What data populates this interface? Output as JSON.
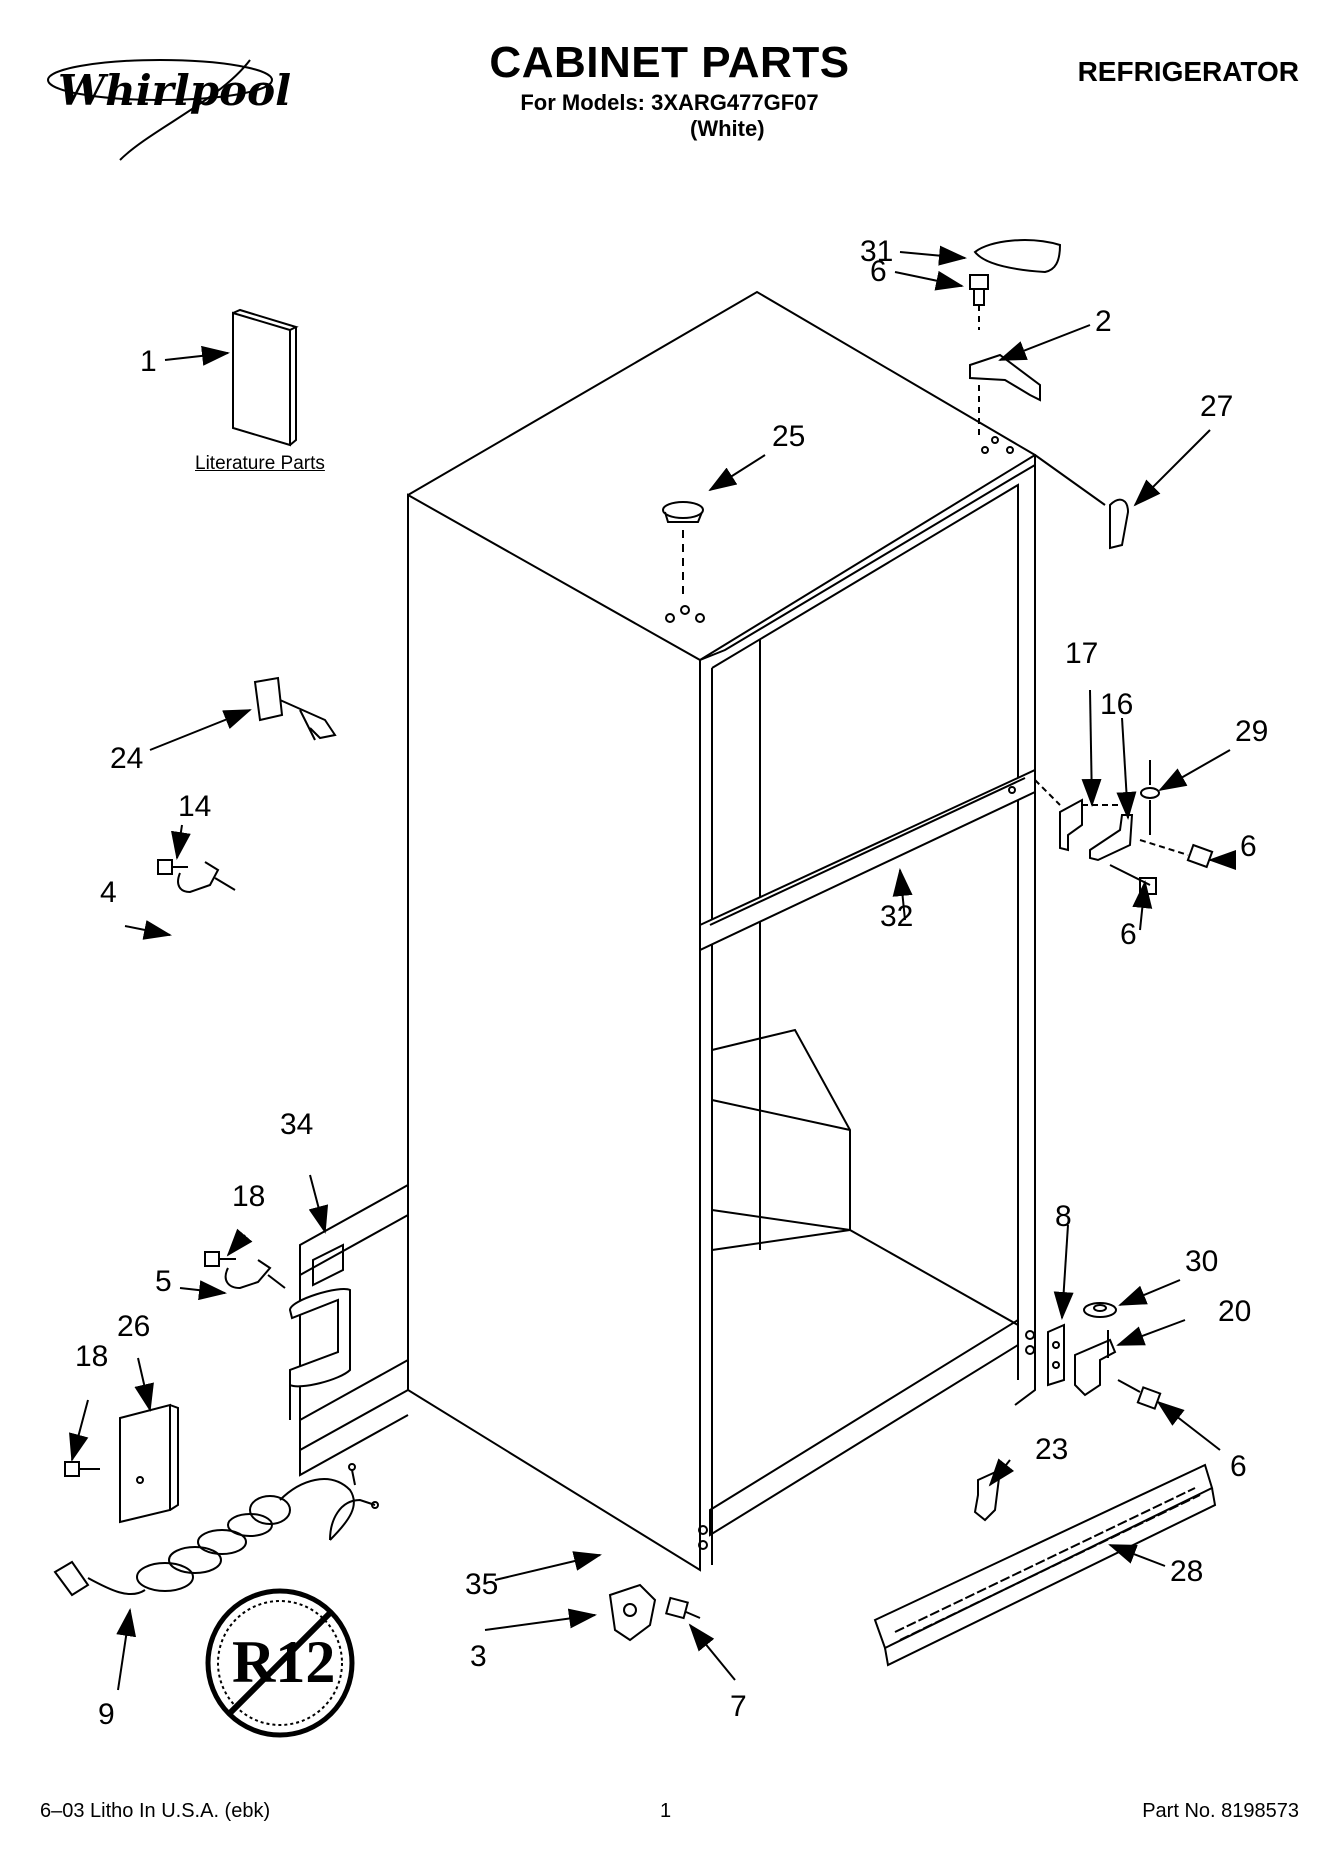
{
  "header": {
    "brand": "Whirlpool",
    "title": "CABINET PARTS",
    "models": "For Models: 3XARG477GF07",
    "color": "(White)",
    "category": "REFRIGERATOR"
  },
  "literature_label": "Literature Parts",
  "r12_stamp": "R12",
  "callouts": [
    {
      "id": "c31",
      "label": "31"
    },
    {
      "id": "c6a",
      "label": "6"
    },
    {
      "id": "c2",
      "label": "2"
    },
    {
      "id": "c1",
      "label": "1"
    },
    {
      "id": "c27",
      "label": "27"
    },
    {
      "id": "c25",
      "label": "25"
    },
    {
      "id": "c24",
      "label": "24"
    },
    {
      "id": "c17",
      "label": "17"
    },
    {
      "id": "c16",
      "label": "16"
    },
    {
      "id": "c29",
      "label": "29"
    },
    {
      "id": "c14",
      "label": "14"
    },
    {
      "id": "c6b",
      "label": "6"
    },
    {
      "id": "c4",
      "label": "4"
    },
    {
      "id": "c32",
      "label": "32"
    },
    {
      "id": "c6c",
      "label": "6"
    },
    {
      "id": "c34",
      "label": "34"
    },
    {
      "id": "c18a",
      "label": "18"
    },
    {
      "id": "c8",
      "label": "8"
    },
    {
      "id": "c30",
      "label": "30"
    },
    {
      "id": "c5",
      "label": "5"
    },
    {
      "id": "c20",
      "label": "20"
    },
    {
      "id": "c18b",
      "label": "18"
    },
    {
      "id": "c26",
      "label": "26"
    },
    {
      "id": "c23",
      "label": "23"
    },
    {
      "id": "c6d",
      "label": "6"
    },
    {
      "id": "c35",
      "label": "35"
    },
    {
      "id": "c28",
      "label": "28"
    },
    {
      "id": "c3",
      "label": "3"
    },
    {
      "id": "c7",
      "label": "7"
    },
    {
      "id": "c9",
      "label": "9"
    }
  ],
  "footer": {
    "left": "6–03 Litho In U.S.A. (ebk)",
    "center": "1",
    "right": "Part No. 8198573"
  }
}
